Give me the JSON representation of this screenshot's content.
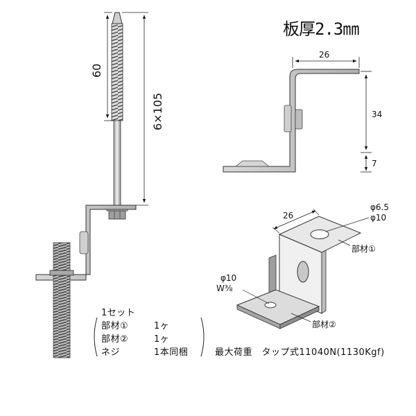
{
  "title": "板厚2.3㎜",
  "screw": {
    "dim_thread": "60",
    "dim_size": "6×105"
  },
  "bracket_side": {
    "dim_width": "26",
    "dim_height": "34",
    "dim_lower": "7"
  },
  "bracket_iso": {
    "dim_width": "26",
    "hole_top_1": "φ6.5",
    "hole_top_2": "φ10",
    "part1_label": "部材①",
    "hole_bottom_1": "φ10",
    "hole_bottom_2": "W⅜",
    "part2_label": "部材②"
  },
  "kit": {
    "heading": "1セット",
    "items": [
      {
        "name": "部材①",
        "qty": "1ヶ"
      },
      {
        "name": "部材②",
        "qty": "1ヶ"
      },
      {
        "name": "ネジ",
        "qty": "1本同梱"
      }
    ]
  },
  "load": "最大荷重　タップ式11040N(1130Kgf)",
  "colors": {
    "ink": "#1a1a1a",
    "metal_light": "#e6e6e6",
    "metal_mid": "#bdbdbd",
    "metal_dark": "#8a8a8a"
  }
}
